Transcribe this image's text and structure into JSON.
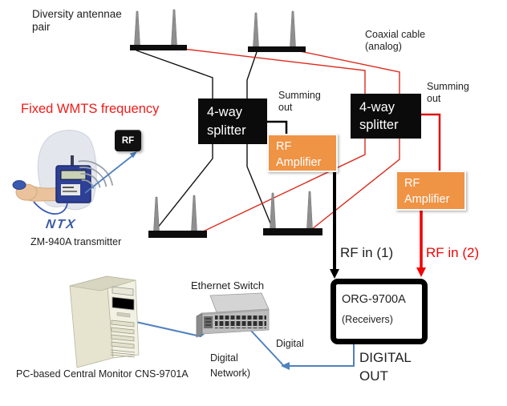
{
  "colors": {
    "accent_red": "#ee1b17",
    "line_red": "#dc2a1e",
    "amplifier_orange": "#ef9345",
    "digital_blue": "#4f81bd",
    "box_black": "#0b0b0b",
    "ntx_blue": "#3b5ba5"
  },
  "annotations": {
    "diversity_antennae": "Diversity antennae pair",
    "fixed_wmts": "Fixed WMTS frequency",
    "coaxial_cable": "Coaxial cable (analog)",
    "summing_out_left": "Summing out",
    "summing_out_right": "Summing out",
    "rf_badge": "RF",
    "ntx_logo": "NTX",
    "transmitter_caption": "ZM-940A transmitter",
    "pc_caption": "PC-based Central Monitor CNS-9701A",
    "ethernet_switch": "Ethernet Switch",
    "digital_label": "Digital",
    "digital_network": "Digital Network)",
    "rf_in_1": "RF in (1)",
    "rf_in_2": "RF in (2)",
    "digital_out": "DIGITAL OUT"
  },
  "nodes": {
    "splitter_left": {
      "label": "4-way splitter"
    },
    "splitter_right": {
      "label": "4-way splitter"
    },
    "amplifier_left": {
      "label": "RF Amplifier"
    },
    "amplifier_right": {
      "label": "RF Amplifier"
    },
    "receiver": {
      "model": "ORG-9700A",
      "subtitle": "(Receivers)"
    }
  }
}
